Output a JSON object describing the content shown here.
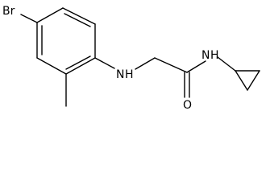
{
  "molecule": {
    "atoms": {
      "bromine": "Br",
      "amine_nitrogen": "N",
      "amine_hydrogen": "H",
      "carbonyl_oxygen": "O",
      "amide_nitrogen": "N",
      "amide_hydrogen": "H"
    },
    "colors": {
      "bond": "#000000",
      "label": "#000000",
      "background": "#ffffff"
    }
  }
}
